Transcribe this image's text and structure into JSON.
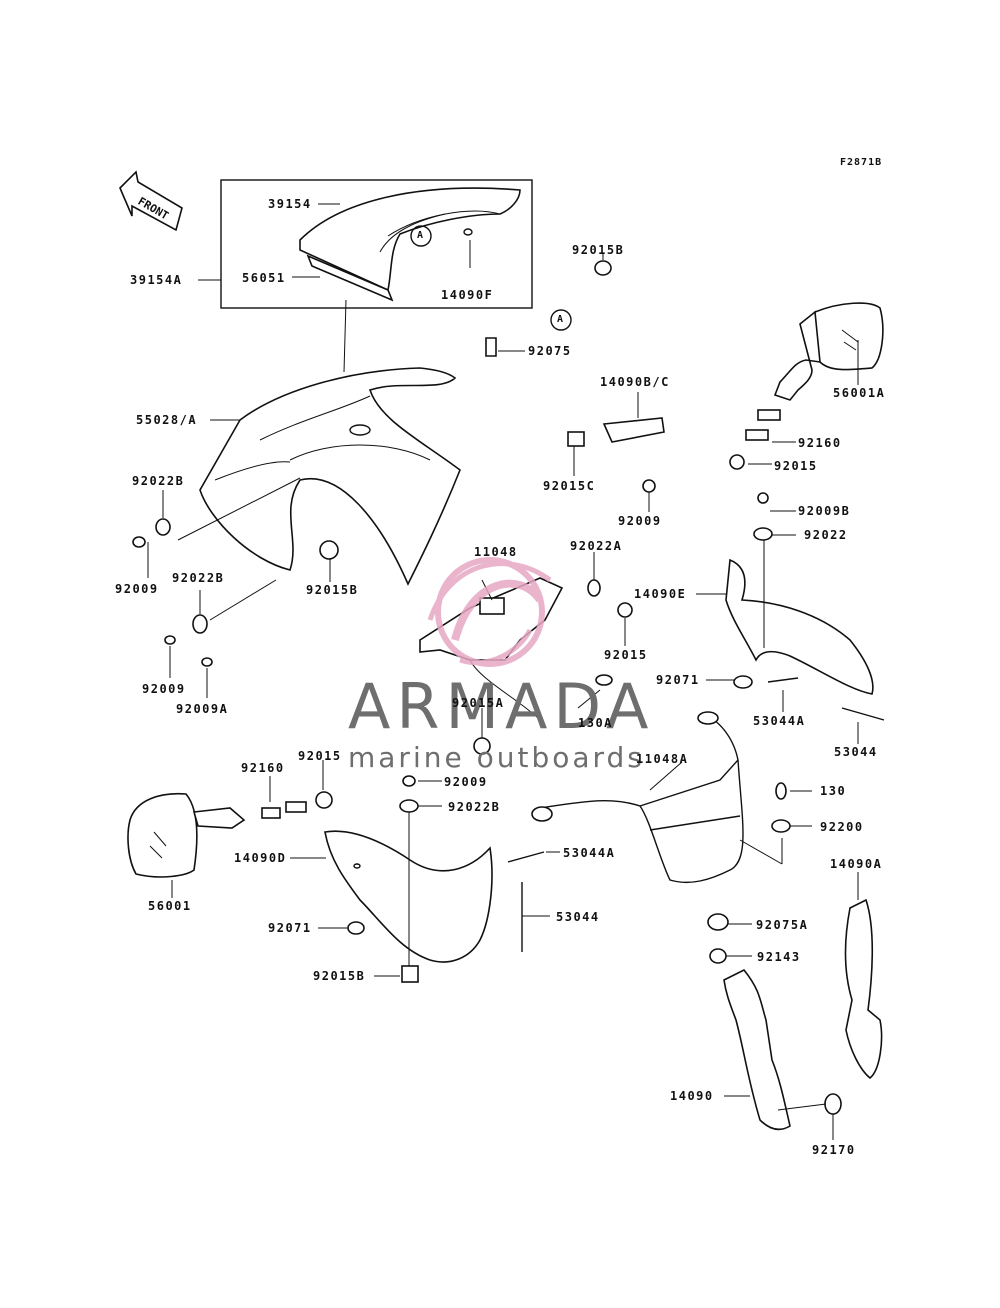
{
  "figure_code": "F2871B",
  "front_arrow_text": "FRONT",
  "brand": {
    "name": "ARMADA",
    "tagline": "marine outboards",
    "logo_color": "#e6a7c4",
    "text_color": "#6e6e6e"
  },
  "labels": {
    "p39154": "39154",
    "p39154A": "39154A",
    "p56051": "56051",
    "p14090F": "14090F",
    "callout_a_box": "A",
    "p92015B_top": "92015B",
    "callout_a_part": "A",
    "p92075": "92075",
    "p55028A": "55028/A",
    "p14090BC": "14090B/C",
    "p56001A": "56001A",
    "p92160_right": "92160",
    "p92015_right": "92015",
    "p92015C": "92015C",
    "p92009_mid": "92009",
    "p92022B_left": "92022B",
    "p92009_left": "92009",
    "p92022B_left2": "92022B",
    "p92015B_left": "92015B",
    "p92009_left2": "92009",
    "p92009A": "92009A",
    "p11048": "11048",
    "p92022A": "92022A",
    "p92009B": "92009B",
    "p92022_right": "92022",
    "p14090E": "14090E",
    "p92015_mid": "92015",
    "p92071_right": "92071",
    "p92015A": "92015A",
    "p130A": "130A",
    "p53044A_right": "53044A",
    "p53044_right": "53044",
    "p92160_left": "92160",
    "p92015_left": "92015",
    "p92009_low": "92009",
    "p92022B_low": "92022B",
    "p11048A": "11048A",
    "p130": "130",
    "p92200": "92200",
    "p56001": "56001",
    "p14090D": "14090D",
    "p53044A_low": "53044A",
    "p14090A": "14090A",
    "p92071_left": "92071",
    "p53044_low": "53044",
    "p92075A": "92075A",
    "p92143": "92143",
    "p92015B_low": "92015B",
    "p14090": "14090",
    "p92170": "92170"
  }
}
